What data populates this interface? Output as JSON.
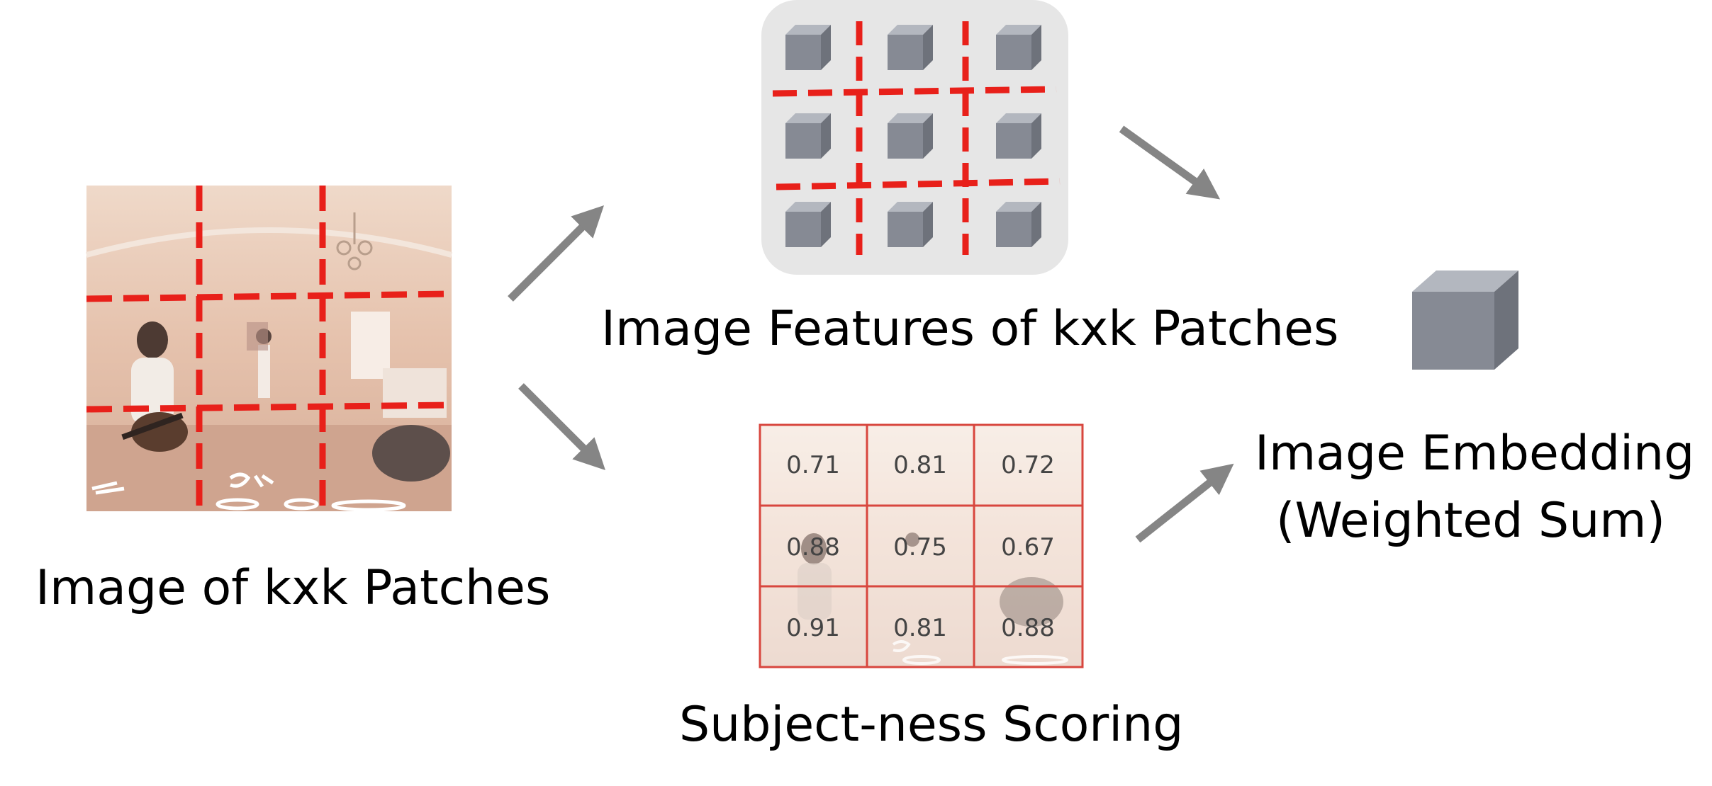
{
  "labels": {
    "input_image": "Image of kxk Patches",
    "features": "Image Features of kxk Patches",
    "scoring": "Subject-ness Scoring",
    "embedding_line1": "Image Embedding",
    "embedding_line2": "(Weighted Sum)"
  },
  "scores": [
    [
      "0.71",
      "0.81",
      "0.72"
    ],
    [
      "0.88",
      "0.75",
      "0.67"
    ],
    [
      "0.91",
      "0.81",
      "0.88"
    ]
  ],
  "colors": {
    "patch_divider": "#e8201a",
    "arrow": "#858585",
    "cube_front": "#868a94",
    "feature_panel": "#e6e6e6"
  }
}
